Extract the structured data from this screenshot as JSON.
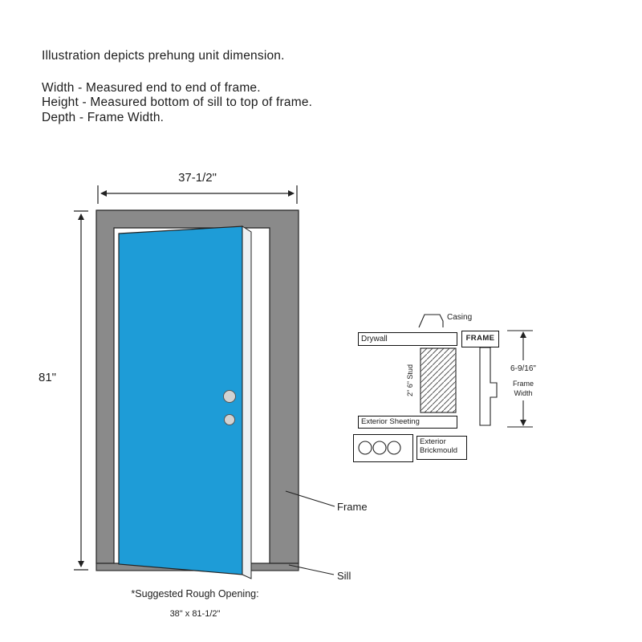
{
  "title_block": {
    "line1": "Illustration depicts prehung unit dimension.",
    "line2": "Width - Measured end to end of frame.",
    "line3": "Height - Measured bottom of sill to top of frame.",
    "line4": "Depth - Frame Width."
  },
  "door_diagram": {
    "width_dim": "37-1/2\"",
    "height_dim": "81\"",
    "frame_label": "Frame",
    "sill_label": "Sill",
    "rough_opening_title": "*Suggested Rough Opening:",
    "rough_opening_value": "38\" x 81-1/2\"",
    "colors": {
      "door_blue": "#1E9CD7",
      "frame_gray": "#8A8A8A"
    }
  },
  "cross_section": {
    "casing": "Casing",
    "drywall": "Drywall",
    "frame": "FRAME",
    "stud": "2\" 6\" Stud",
    "dim": "6-9/16\"",
    "dim_sub1": "Frame",
    "dim_sub2": "Width",
    "exterior_sheeting": "Exterior Sheeting",
    "exterior_brickmould_line1": "Exterior",
    "exterior_brickmould_line2": "Brickmould"
  }
}
